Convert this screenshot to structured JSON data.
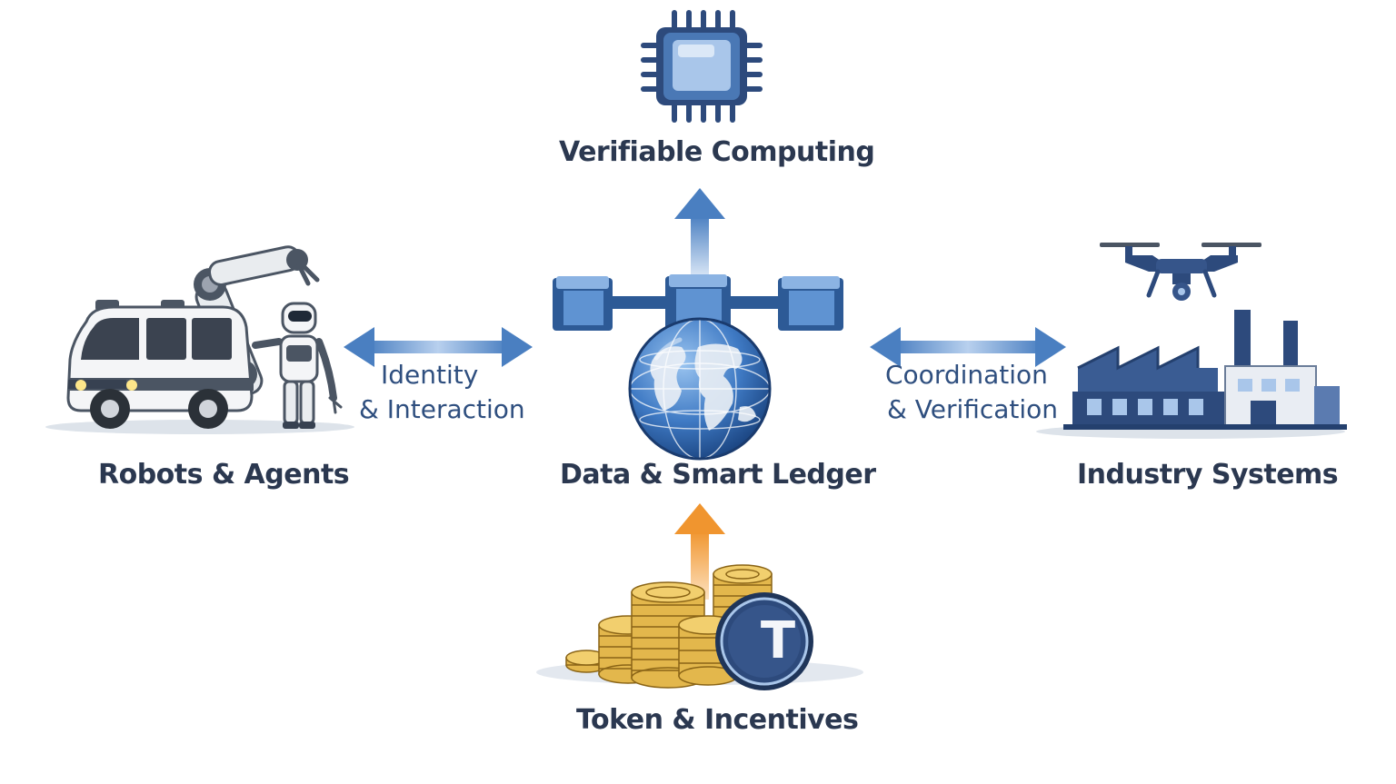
{
  "nodes": {
    "top": {
      "label": "Verifiable Computing",
      "icon": "cpu-chip-icon"
    },
    "center": {
      "label": "Data & Smart Ledger",
      "icon": "globe-blockchain-icon"
    },
    "left": {
      "label": "Robots & Agents",
      "icon": "robots-vehicle-icon"
    },
    "right": {
      "label": "Industry Systems",
      "icon": "factory-drone-icon"
    },
    "bottom": {
      "label": "Token & Incentives",
      "icon": "coin-stack-icon",
      "coin_letter": "T"
    }
  },
  "edges": {
    "left": {
      "line1": "Identity",
      "line2": "& Interaction"
    },
    "right": {
      "line1": "Coordination",
      "line2": "& Verification"
    }
  },
  "colors": {
    "navy": "#2d4a7c",
    "blue": "#4a7fc1",
    "light_blue": "#a9c6ea",
    "orange": "#f0952f",
    "gold": "#e3b74c",
    "text": "#2b3850"
  }
}
